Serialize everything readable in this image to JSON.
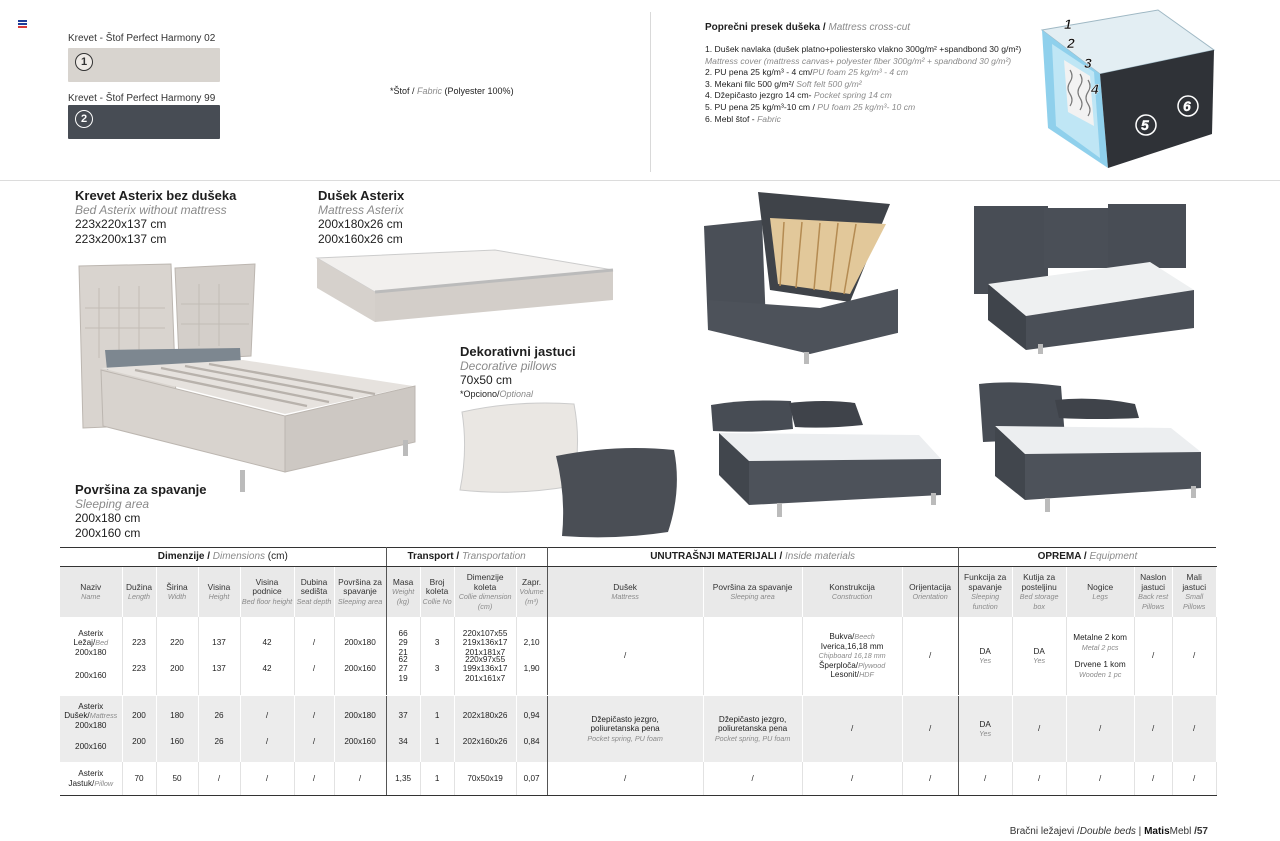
{
  "swatches": [
    {
      "label": "Krevet - Štof Perfect Harmony 02",
      "num": "1",
      "color": "#d8d4cf"
    },
    {
      "label": "Krevet - Štof Perfect  Harmony 99",
      "num": "2",
      "color": "#474c54"
    }
  ],
  "fabric": {
    "a": "*Štof / ",
    "b": "Fabric",
    "c": " (Polyester 100%)"
  },
  "cross_section": {
    "title": "Poprečni presek  dušeka / ",
    "title_en": "Mattress cross-cut",
    "items": [
      {
        "t": "1. Dušek navlaka  (dušek platno+poliestersko vlakno 300g/m² +spandbond 30 g/m²)",
        "e": ""
      },
      {
        "t": "",
        "e": "Mattress cover (mattress canvas+ polyester fiber 300g/m² + spandbond 30 g/m²)"
      },
      {
        "t": "2. PU pena 25 kg/m³ - 4 cm/",
        "e": "PU foam  25 kg/m³ - 4 cm"
      },
      {
        "t": "3. Mekani filc 500 g/m²/ ",
        "e": "Soft felt 500 g/m²"
      },
      {
        "t": "4. Džepičasto jezgro 14 cm- ",
        "e": "Pocket spring 14 cm"
      },
      {
        "t": "5. PU pena 25 kg/m³-10 cm / ",
        "e": "PU foam 25 kg/m³- 10 cm"
      },
      {
        "t": "6. Mebl štof - ",
        "e": "Fabric"
      }
    ],
    "layers": [
      "1",
      "2",
      "3",
      "4",
      "5",
      "6"
    ]
  },
  "products": {
    "bed": {
      "title": "Krevet Asterix bez dušeka",
      "subtitle": "Bed Asterix without mattress",
      "dims": [
        "223x220x137 cm",
        "223x200x137 cm"
      ]
    },
    "mattress": {
      "title": "Dušek Asterix",
      "subtitle": "Mattress Asterix",
      "dims": [
        "200x180x26 cm",
        "200x160x26 cm"
      ]
    },
    "pillows": {
      "title": "Dekorativni jastuci",
      "subtitle": "Decorative pillows",
      "dims": [
        "70x50 cm"
      ],
      "optional": "*Opciono/",
      "optional_en": "Optional"
    },
    "sleeping": {
      "title": "Površina za spavanje",
      "subtitle": "Sleeping area",
      "dims": [
        "200x180 cm",
        "200x160 cm"
      ]
    }
  },
  "table": {
    "groups": [
      {
        "label": "Dimenzije / ",
        "en": "Dimensions",
        "unit": " (cm)"
      },
      {
        "label": "Transport / ",
        "en": "Transportation",
        "unit": ""
      },
      {
        "label": "UNUTRAŠNJI MATERIJALI / ",
        "en": "Inside materials",
        "unit": ""
      },
      {
        "label": "OPREMA / ",
        "en": "Equipment",
        "unit": ""
      }
    ],
    "headers": [
      {
        "t": "Naziv",
        "e": "Name"
      },
      {
        "t": "Dužina",
        "e": "Length"
      },
      {
        "t": "Širina",
        "e": "Width"
      },
      {
        "t": "Visina",
        "e": "Height"
      },
      {
        "t": "Visina podnice",
        "e": "Bed floor height"
      },
      {
        "t": "Dubina sedišta",
        "e": "Seat depth"
      },
      {
        "t": "Površina za spavanje",
        "e": "Sleeping area"
      },
      {
        "t": "Masa",
        "e": "Weight (kg)"
      },
      {
        "t": "Broj koleta",
        "e": "Collie No"
      },
      {
        "t": "Dimenzije koleta",
        "e": "Collie dimension (cm)"
      },
      {
        "t": "Zapr.",
        "e": "Volume (m³)"
      },
      {
        "t": "Dušek",
        "e": "Mattress"
      },
      {
        "t": "Površina za spavanje",
        "e": "Sleeping area"
      },
      {
        "t": "Konstrukcija",
        "e": "Construction"
      },
      {
        "t": "Orijentacija",
        "e": "Orientation"
      },
      {
        "t": "Funkcija za spavanje",
        "e": "Sleeping function"
      },
      {
        "t": "Kutija za posteljinu",
        "e": "Bed storage box"
      },
      {
        "t": "Nogice",
        "e": "Legs"
      },
      {
        "t": "Naslon jastuci",
        "e": "Back rest Pillows"
      },
      {
        "t": "Mali jastuci",
        "e": "Small Pillows"
      }
    ],
    "bed": {
      "name": "Asterix",
      "name2": "Ležaj/",
      "name2_en": "Bed",
      "rows": [
        {
          "size": "200x180",
          "len": "223",
          "wid": "220",
          "hei": "137",
          "floor": "42",
          "seat": "/",
          "area": "200x180",
          "mass": [
            "66",
            "29",
            "21"
          ],
          "collie": "3",
          "cdim": [
            "220x107x55",
            "219x136x17",
            "201x181x7"
          ],
          "vol": "2,10"
        },
        {
          "size": "200x160",
          "len": "223",
          "wid": "200",
          "hei": "137",
          "floor": "42",
          "seat": "/",
          "area": "200x160",
          "mass": [
            "62",
            "27",
            "19"
          ],
          "collie": "3",
          "cdim": [
            "220x97x55",
            "199x136x17",
            "201x161x7"
          ],
          "vol": "1,90"
        }
      ],
      "mattress": "/",
      "sleeping": "",
      "construction": [
        "Bukva/",
        "Beech",
        "Iverica,16,18 mm",
        "Chipboard 16,18 mm",
        "Šperploča/",
        "Plywood",
        "Lesonit/",
        "HDF"
      ],
      "orientation": "/",
      "function": "DA",
      "function_en": "Yes",
      "box": "DA",
      "box_en": "Yes",
      "legs": [
        "Metalne 2 kom",
        "Metal 2 pcs",
        "Drvene 1 kom",
        "Wooden 1 pc"
      ],
      "backrest": "/",
      "small": "/"
    },
    "mattress": {
      "name": "Asterix",
      "name2": "Dušek/",
      "name2_en": "Mattress",
      "rows": [
        {
          "size": "200x180",
          "len": "200",
          "wid": "180",
          "hei": "26",
          "floor": "/",
          "seat": "/",
          "area": "200x180",
          "mass": "37",
          "collie": "1",
          "cdim": "202x180x26",
          "vol": "0,94"
        },
        {
          "size": "200x160",
          "len": "200",
          "wid": "160",
          "hei": "26",
          "floor": "/",
          "seat": "/",
          "area": "200x160",
          "mass": "34",
          "collie": "1",
          "cdim": "202x160x26",
          "vol": "0,84"
        }
      ],
      "mattress": [
        "Džepičasto jezgro,",
        "poliuretanska pena",
        "Pocket spring, PU foam"
      ],
      "sleeping": [
        "Džepičasto jezgro,",
        "poliuretanska pena",
        "Pocket spring, PU foam"
      ],
      "construction": "/",
      "orientation": "/",
      "function": "DA",
      "function_en": "Yes",
      "box": "/",
      "legs": "/",
      "backrest": "/",
      "small": "/"
    },
    "pillow": {
      "name": "Asterix",
      "name2": "Jastuk/",
      "name2_en": "Pillow",
      "len": "70",
      "wid": "50",
      "hei": "/",
      "floor": "/",
      "seat": "/",
      "area": "/",
      "mass": "1,35",
      "collie": "1",
      "cdim": "70x50x19",
      "vol": "0,07",
      "rest": [
        "/",
        "/",
        "/",
        "/",
        "/",
        "/",
        "/",
        "/",
        "/"
      ]
    }
  },
  "footer": {
    "section": "Bračni ležajevi /",
    "section_en": "Double beds",
    "sep": " | ",
    "brand": "Matis",
    "brand2": "Mebl",
    "page": " /57"
  },
  "colors": {
    "fabric_light": "#d8d4cf",
    "fabric_dark": "#474c54",
    "mattress_blue": "#7fc6e6"
  }
}
